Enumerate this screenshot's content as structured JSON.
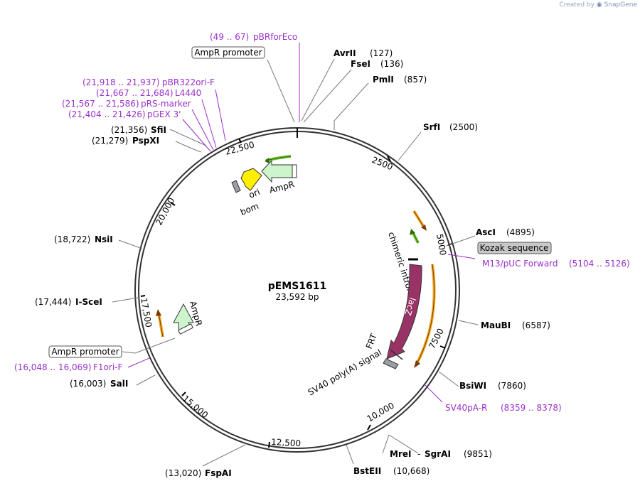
{
  "credit": {
    "prefix": "Created by",
    "brand": "SnapGene"
  },
  "plasmid": {
    "name": "pEMS1611",
    "length_label": "23,592 bp",
    "length_bp": 23592
  },
  "colors": {
    "primer": "#9b2fc9",
    "backbone": "#333333",
    "ampr": "#ccf5cc",
    "ori": "#ffee00",
    "lacz": "#993366",
    "promoter_box": "#ffffff",
    "kozak_box": "#c8c8c8",
    "primer_arrow_orange": "#f5a623",
    "primer_arrow_green": "#6abf2a"
  },
  "enzymes": [
    {
      "name": "AvrII",
      "pos": "(127)"
    },
    {
      "name": "FseI",
      "pos": "(136)"
    },
    {
      "name": "PmlI",
      "pos": "(857)"
    },
    {
      "name": "SrfI",
      "pos": "(2500)"
    },
    {
      "name": "AscI",
      "pos": "(4895)"
    },
    {
      "name": "MauBI",
      "pos": "(6587)"
    },
    {
      "name": "BsiWI",
      "pos": "(7860)"
    },
    {
      "name": "MreI",
      "pos": "(9851)",
      "name2": "SgrAI"
    },
    {
      "name": "BstEII",
      "pos": "(10,668)"
    },
    {
      "name": "FspAI",
      "pos": "(13,020)"
    },
    {
      "name": "SalI",
      "pos": "(16,003)"
    },
    {
      "name": "I-SceI",
      "pos": "(17,444)"
    },
    {
      "name": "NsiI",
      "pos": "(18,722)"
    },
    {
      "name": "PspXI",
      "pos": "(21,279)"
    },
    {
      "name": "SfiI",
      "pos": "(21,356)"
    }
  ],
  "primers": [
    {
      "name": "pBRforEco",
      "pos": "(49 .. 67)"
    },
    {
      "name": "pBR322ori-F",
      "pos": "(21,918 .. 21,937)"
    },
    {
      "name": "L4440",
      "pos": "(21,667 .. 21,684)"
    },
    {
      "name": "pRS-marker",
      "pos": "(21,567 .. 21,586)"
    },
    {
      "name": "pGEX 3'",
      "pos": "(21,404 .. 21,426)"
    },
    {
      "name": "M13/pUC Forward",
      "pos": "(5104 .. 5126)"
    },
    {
      "name": "SV40pA-R",
      "pos": "(8359 .. 8378)"
    },
    {
      "name": "F1ori-F",
      "pos": "(16,048 .. 16,069)"
    }
  ],
  "boxed_labels": {
    "ampr_promoter_top": "AmpR promoter",
    "ampr_promoter_left": "AmpR promoter",
    "kozak": "Kozak sequence"
  },
  "features": {
    "ampr_top": "AmpR",
    "ori": "ori",
    "bom": "bom",
    "chimeric_intron": "chimeric intron",
    "lacz": "lacZ",
    "frt": "FRT",
    "sv40": "SV40 poly(A) signal",
    "ampr_left": "AmpR"
  },
  "ticks": [
    "2500",
    "5000",
    "7500",
    "10,000",
    "12,500",
    "15,000",
    "17,500",
    "20,000",
    "22,500"
  ]
}
